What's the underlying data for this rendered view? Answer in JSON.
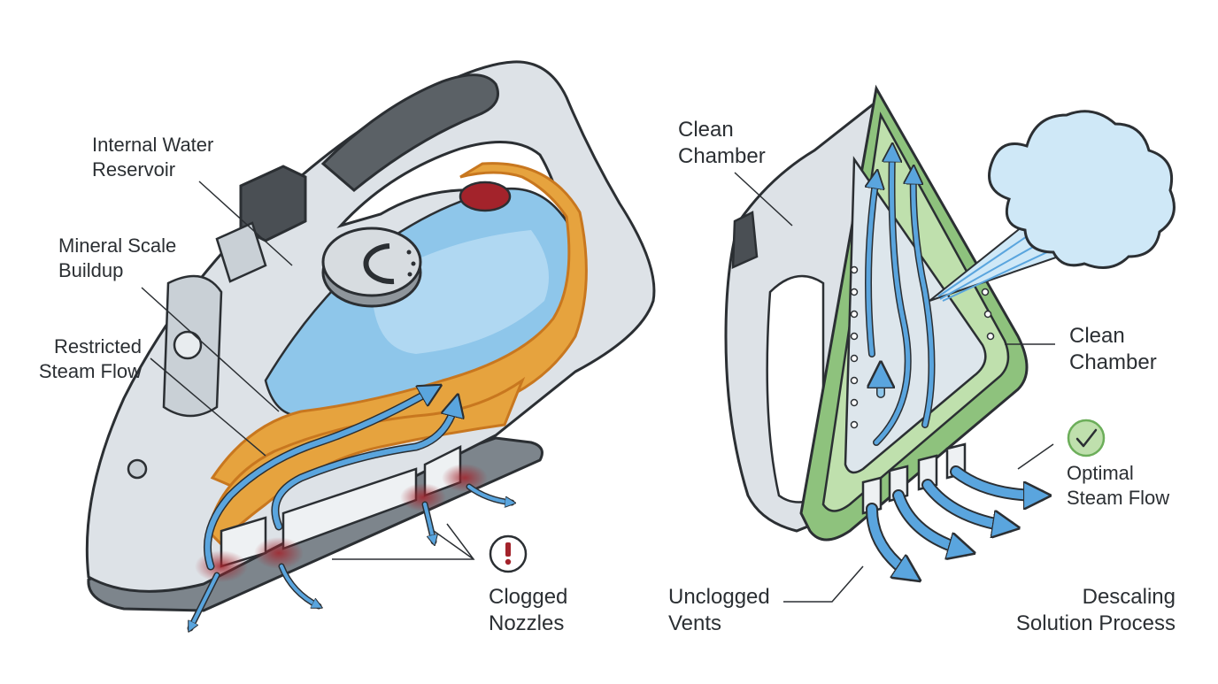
{
  "labels": {
    "internal_water_reservoir": [
      "Internal Water",
      "Reservoir"
    ],
    "mineral_scale_buildup": [
      "Mineral Scale",
      "Buildup"
    ],
    "restricted_steam_flow": [
      "Restricted",
      "Steam Flow"
    ],
    "clogged_nozzles": [
      "Clogged",
      "Nozzles"
    ],
    "clean_chamber_top": [
      "Clean",
      "Chamber"
    ],
    "clean_chamber_right": [
      "Clean",
      "Chamber"
    ],
    "optimal_steam_flow": [
      "Optimal",
      "Steam Flow"
    ],
    "unclogged_vents": [
      "Unclogged",
      "Vents"
    ],
    "descaling_solution_process": [
      "Descaling",
      "Solution Process"
    ]
  },
  "icons": {
    "warning": "exclamation-in-circle",
    "success": "checkmark-in-circle"
  },
  "colors": {
    "outline": "#2b2f33",
    "iron_body": "#dde2e7",
    "iron_shadow": "#b9c1c9",
    "handle_dark": "#5b6166",
    "water": "#8ec6ea",
    "water_light": "#bfe0f5",
    "scale": "#e6a33e",
    "scale_dark": "#c8771f",
    "clog_red": "#a3232b",
    "steam_arrow": "#5aa5de",
    "clean_plate": "#8ec27d",
    "clean_plate_light": "#bfe0ad",
    "steam_cloud": "#cfe8f7",
    "check_green": "#6cae5a"
  }
}
